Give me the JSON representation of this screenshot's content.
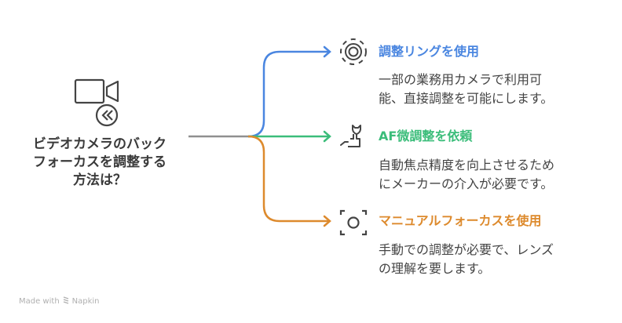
{
  "central": {
    "icon": "video-camera-rewind-icon",
    "title_lines": [
      "ビデオカメラのバック",
      "フォーカスを調整する",
      "方法は？"
    ]
  },
  "branches": [
    {
      "icon": "adjustment-ring-icon",
      "color": "#4a86e0",
      "title": "調整リングを使用",
      "desc_lines": [
        "一部の業務用カメラで利用可",
        "能、直接調整を可能にします。"
      ]
    },
    {
      "icon": "wrench-hand-icon",
      "color": "#3bbd7a",
      "title": "AF微調整を依頼",
      "desc_lines": [
        "自動焦点精度を向上させるため",
        "にメーカーの介入が必要です。"
      ]
    },
    {
      "icon": "focus-frame-icon",
      "color": "#dd8a2d",
      "title": "マニュアルフォーカスを使用",
      "desc_lines": [
        "手動での調整が必要で、レンズ",
        "の理解を要します。"
      ]
    }
  ],
  "colors": {
    "trunk": "#909090",
    "icon_stroke": "#444444",
    "text": "#444444"
  },
  "footer": {
    "made_with": "Made with",
    "brand": "Napkin"
  }
}
